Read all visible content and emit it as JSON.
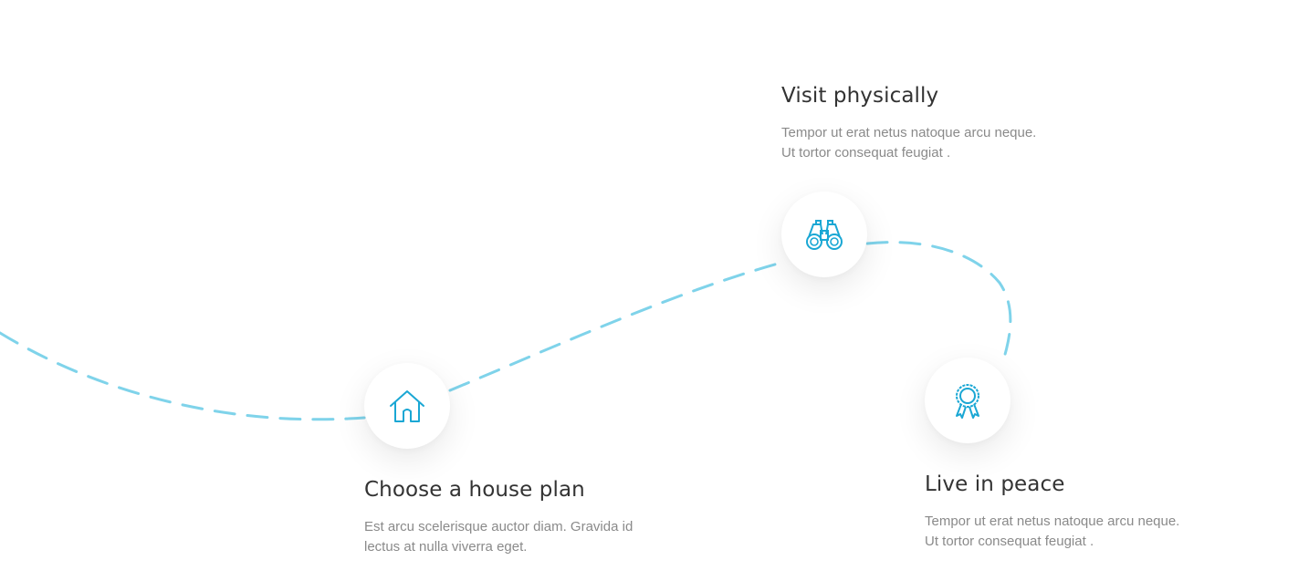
{
  "colors": {
    "accent": "#1aa7d4",
    "path": "#7fd3ea",
    "title": "#333333",
    "text": "#8a8a8a"
  },
  "steps": [
    {
      "icon": "house-icon",
      "title": "Choose a house plan",
      "lines": [
        "Est arcu scelerisque auctor diam. Gravida id",
        "lectus at nulla viverra eget."
      ]
    },
    {
      "icon": "binoculars-icon",
      "title": "Visit physically",
      "lines": [
        "Tempor ut erat netus natoque arcu neque.",
        "Ut tortor consequat feugiat ."
      ]
    },
    {
      "icon": "award-ribbon-icon",
      "title": "Live in peace",
      "lines": [
        "Tempor ut erat netus natoque arcu neque.",
        "Ut tortor consequat feugiat ."
      ]
    }
  ]
}
